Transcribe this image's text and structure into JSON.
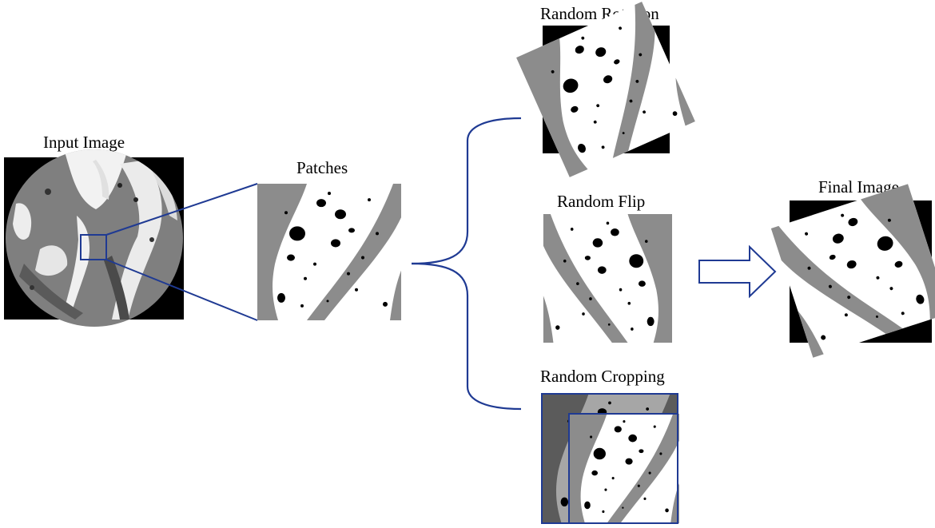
{
  "labels": {
    "input_image": "Input Image",
    "patches": "Patches",
    "random_rotation": "Random Rotation",
    "random_flip": "Random Flip",
    "random_cropping": "Random Cropping",
    "final_image": "Final Image"
  },
  "colors": {
    "connector": "#1f3a93",
    "bone_white": "#ffffff",
    "tissue_gray": "#8c8c8c",
    "pore_black": "#000000",
    "background": "#ffffff"
  }
}
